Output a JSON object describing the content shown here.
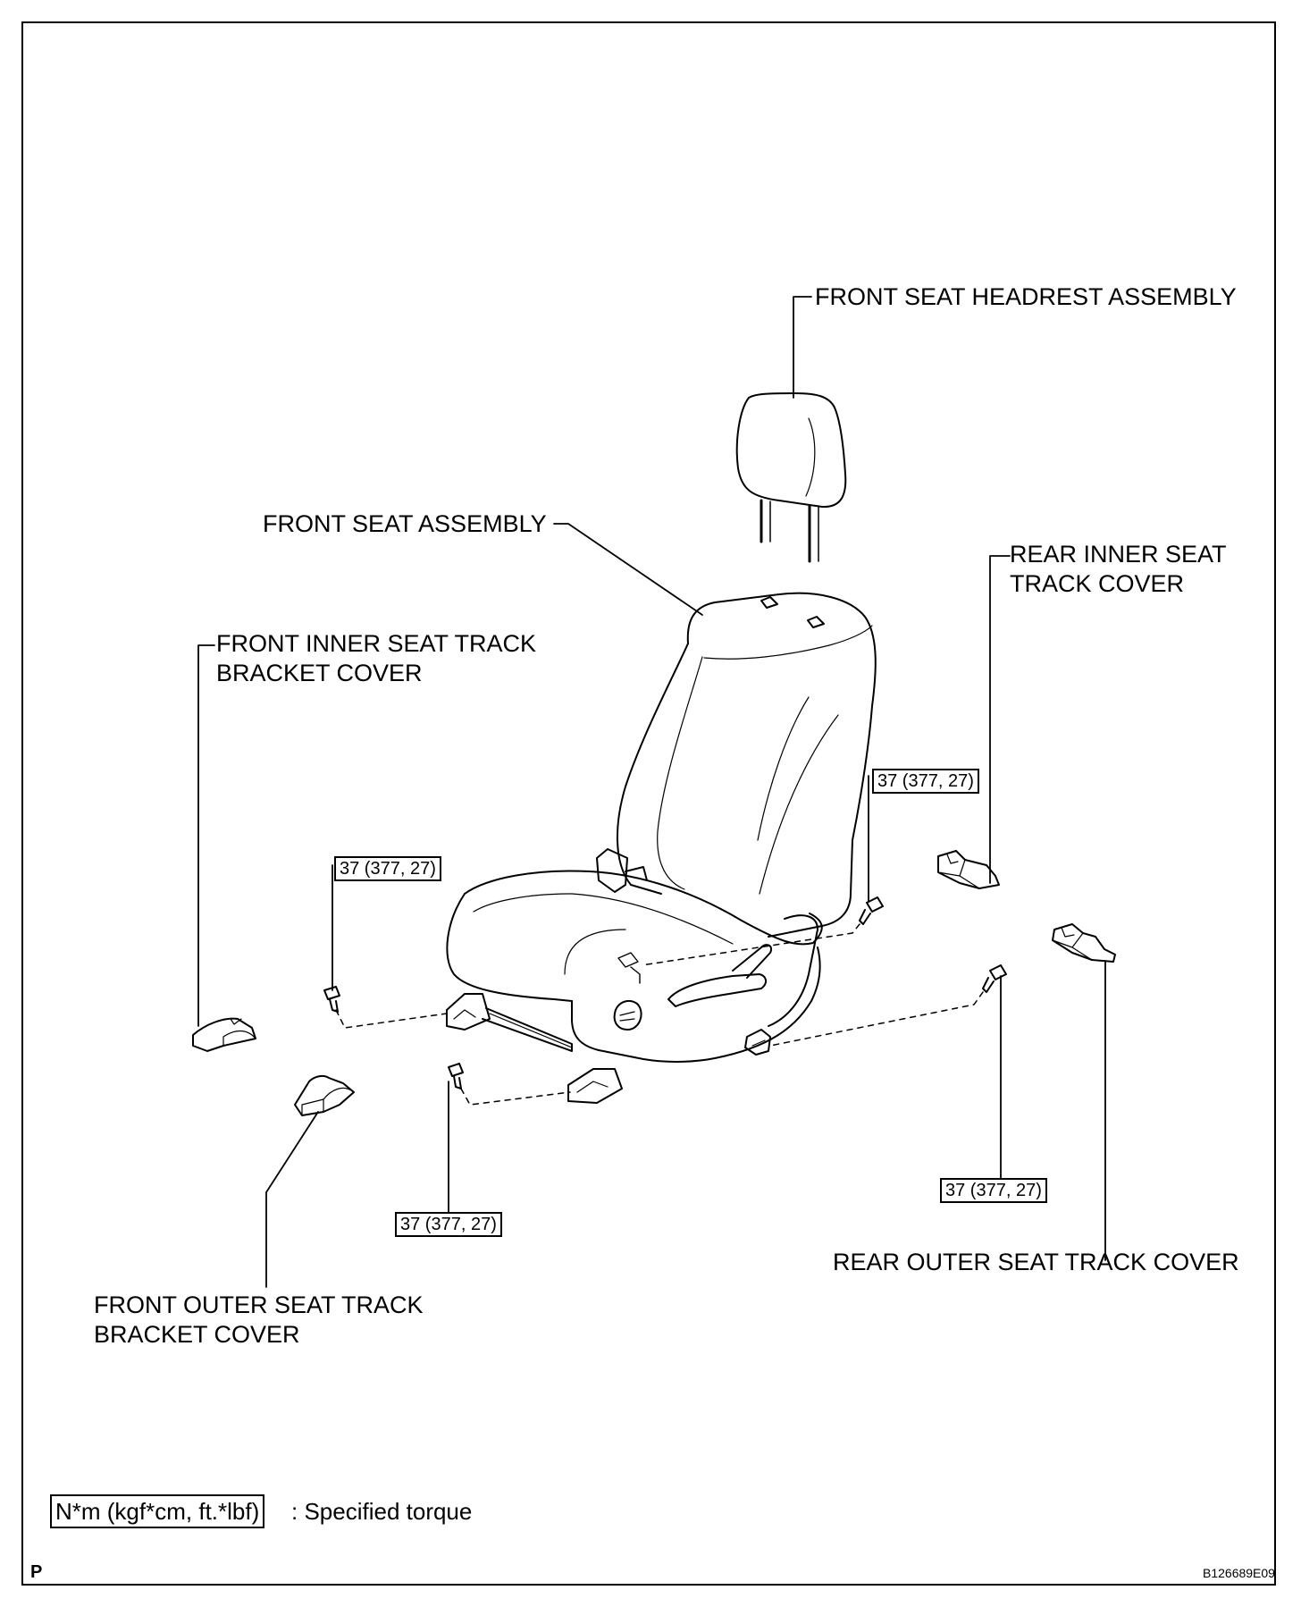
{
  "labels": {
    "headrest": "FRONT SEAT HEADREST ASSEMBLY",
    "seat_assembly": "FRONT SEAT ASSEMBLY",
    "rear_inner_line1": "REAR INNER SEAT",
    "rear_inner_line2": "TRACK COVER",
    "front_inner_line1": "FRONT INNER SEAT TRACK",
    "front_inner_line2": "BRACKET COVER",
    "rear_outer": "REAR OUTER SEAT TRACK COVER",
    "front_outer_line1": "FRONT OUTER SEAT TRACK",
    "front_outer_line2": "BRACKET COVER"
  },
  "torque": {
    "rear_inner_bolt": "37 (377, 27)",
    "front_inner_bolt": "37 (377, 27)",
    "front_outer_bolt": "37 (377, 27)",
    "rear_outer_bolt": "37 (377, 27)"
  },
  "legend": {
    "units": "N*m (kgf*cm, ft.*lbf)",
    "text": ": Specified torque"
  },
  "corner_letter": "P",
  "figure_code": "B126689E09"
}
